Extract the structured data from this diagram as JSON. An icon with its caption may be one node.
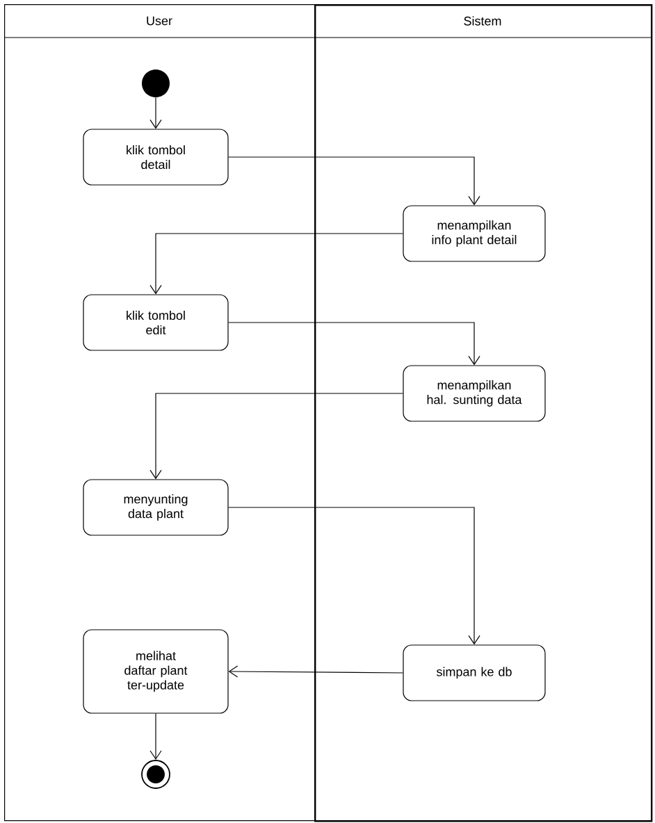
{
  "diagram": {
    "nodes": [
      {
        "text": [
          "User"
        ]
      },
      {
        "text": [
          "Sistem"
        ]
      },
      {
        "text": [],
        "shape": "circle",
        "in": 0
      },
      {
        "text": [
          "klik tombol detail"
        ],
        "in": 0
      },
      {
        "text": [
          "menampilkan info plant detail"
        ],
        "in": 1
      },
      {
        "text": [
          "klik tombol edit"
        ],
        "in": 0
      },
      {
        "text": [
          "menampilkan hal. sunting data"
        ],
        "in": 1
      },
      {
        "text": [
          "menyunting data plant"
        ],
        "in": 0
      },
      {
        "text": [
          "simpan ke db"
        ],
        "in": 1
      },
      {
        "text": [
          "melihat daftar plant ter-update"
        ],
        "in": 0
      },
      {
        "text": [],
        "shape": "circle",
        "in": 0
      }
    ],
    "edges": [
      {
        "from": 2,
        "to": 3,
        "arrow": "to"
      },
      {
        "from": 3,
        "to": 4,
        "arrow": "to"
      },
      {
        "from": 4,
        "to": 5,
        "arrow": "to"
      },
      {
        "from": 5,
        "to": 6,
        "arrow": "to"
      },
      {
        "from": 6,
        "to": 7,
        "arrow": "to"
      },
      {
        "from": 7,
        "to": 8,
        "arrow": "to"
      },
      {
        "from": 8,
        "to": 9,
        "arrow": "to"
      },
      {
        "from": 9,
        "to": 10,
        "arrow": "to"
      }
    ]
  }
}
